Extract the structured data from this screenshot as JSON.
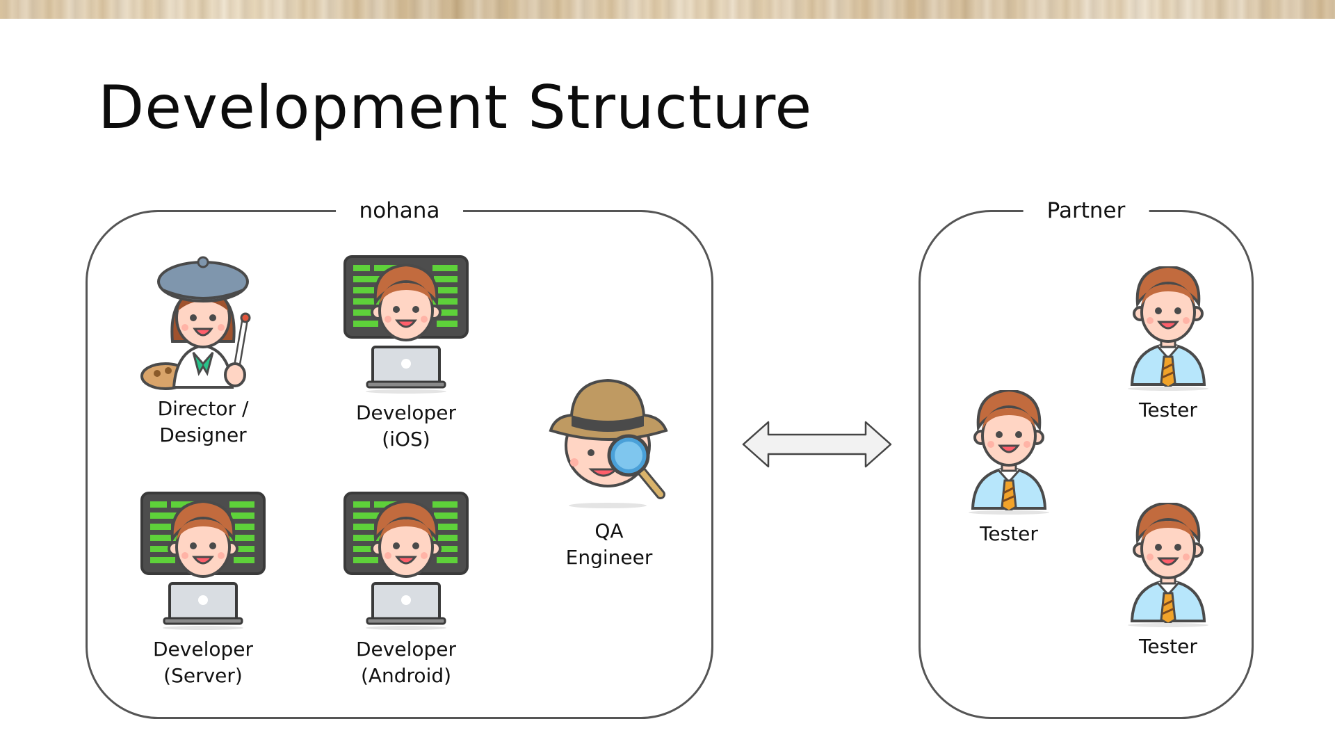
{
  "page": {
    "title": "Development Structure"
  },
  "groups": [
    {
      "name": "nohana",
      "members": [
        {
          "label": "Director /\nDesigner",
          "icon": "artist-icon"
        },
        {
          "label": "Developer\n(iOS)",
          "icon": "developer-laptop-icon"
        },
        {
          "label": "Developer\n(Server)",
          "icon": "developer-laptop-icon"
        },
        {
          "label": "Developer\n(Android)",
          "icon": "developer-laptop-icon"
        },
        {
          "label": "QA\nEngineer",
          "icon": "detective-icon"
        }
      ]
    },
    {
      "name": "Partner",
      "members": [
        {
          "label": "Tester",
          "icon": "businessman-icon"
        },
        {
          "label": "Tester",
          "icon": "businessman-icon"
        },
        {
          "label": "Tester",
          "icon": "businessman-icon"
        }
      ]
    }
  ],
  "connector": {
    "icon": "double-arrow-icon"
  },
  "colors": {
    "box_border": "#555555",
    "skin": "#ffd5c4",
    "hair": "#c26b3e",
    "screen_code": "#5ed13a",
    "shirt": "#b7e6fb",
    "tie": "#f1a32a"
  }
}
